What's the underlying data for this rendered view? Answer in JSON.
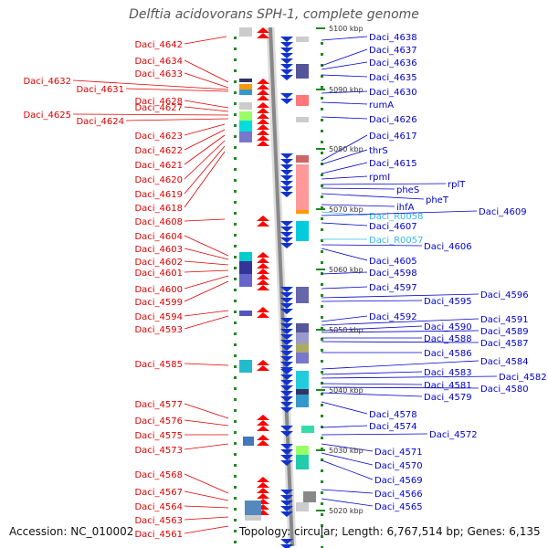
{
  "title": "Delftia acidovorans SPH-1, complete genome",
  "footer": {
    "accession": "Accession: NC_010002",
    "topology": "Topology: circular; Length: 6,767,514 bp; Genes: 6,135"
  },
  "colors": {
    "left_label": "#e00000",
    "right_label": "#0000cc",
    "rna_label": "#33bbee",
    "kbp_tick": "#228822",
    "backbone": "#888888"
  },
  "kbp_markers": [
    "5100 kbp",
    "5090 kbp",
    "5080 kbp",
    "5070 kbp",
    "5060 kbp",
    "5050 kbp",
    "5040 kbp",
    "5030 kbp",
    "5020 kbp"
  ],
  "left_genes": [
    "Daci_4642",
    "Daci_4634",
    "Daci_4633",
    "Daci_4632",
    "Daci_4631",
    "Daci_4628",
    "Daci_4627",
    "Daci_4625",
    "Daci_4624",
    "Daci_4623",
    "Daci_4622",
    "Daci_4621",
    "Daci_4620",
    "Daci_4619",
    "Daci_4618",
    "Daci_4608",
    "Daci_4604",
    "Daci_4603",
    "Daci_4602",
    "Daci_4601",
    "Daci_4600",
    "Daci_4599",
    "Daci_4594",
    "Daci_4593",
    "Daci_4585",
    "Daci_4577",
    "Daci_4576",
    "Daci_4575",
    "Daci_4573",
    "Daci_4568",
    "Daci_4567",
    "Daci_4564",
    "Daci_4563",
    "Daci_4561"
  ],
  "right_genes": [
    "Daci_4638",
    "Daci_4637",
    "Daci_4636",
    "Daci_4635",
    "Daci_4630",
    "rumA",
    "Daci_4626",
    "Daci_4617",
    "thrS",
    "Daci_4615",
    "rpmI",
    "rplT",
    "pheS",
    "pheT",
    "ihfA",
    "Daci_R0058",
    "Daci_4609",
    "Daci_4607",
    "Daci_R0057",
    "Daci_4606",
    "Daci_4605",
    "Daci_4598",
    "Daci_4597",
    "Daci_4596",
    "Daci_4595",
    "Daci_4592",
    "Daci_4591",
    "Daci_4590",
    "Daci_4589",
    "Daci_4588",
    "Daci_4587",
    "Daci_4586",
    "Daci_4584",
    "Daci_4583",
    "Daci_4582",
    "Daci_4581",
    "Daci_4580",
    "Daci_4579",
    "Daci_4578",
    "Daci_4574",
    "Daci_4572",
    "Daci_4571",
    "Daci_4570",
    "Daci_4569",
    "Daci_4566",
    "Daci_4565"
  ]
}
